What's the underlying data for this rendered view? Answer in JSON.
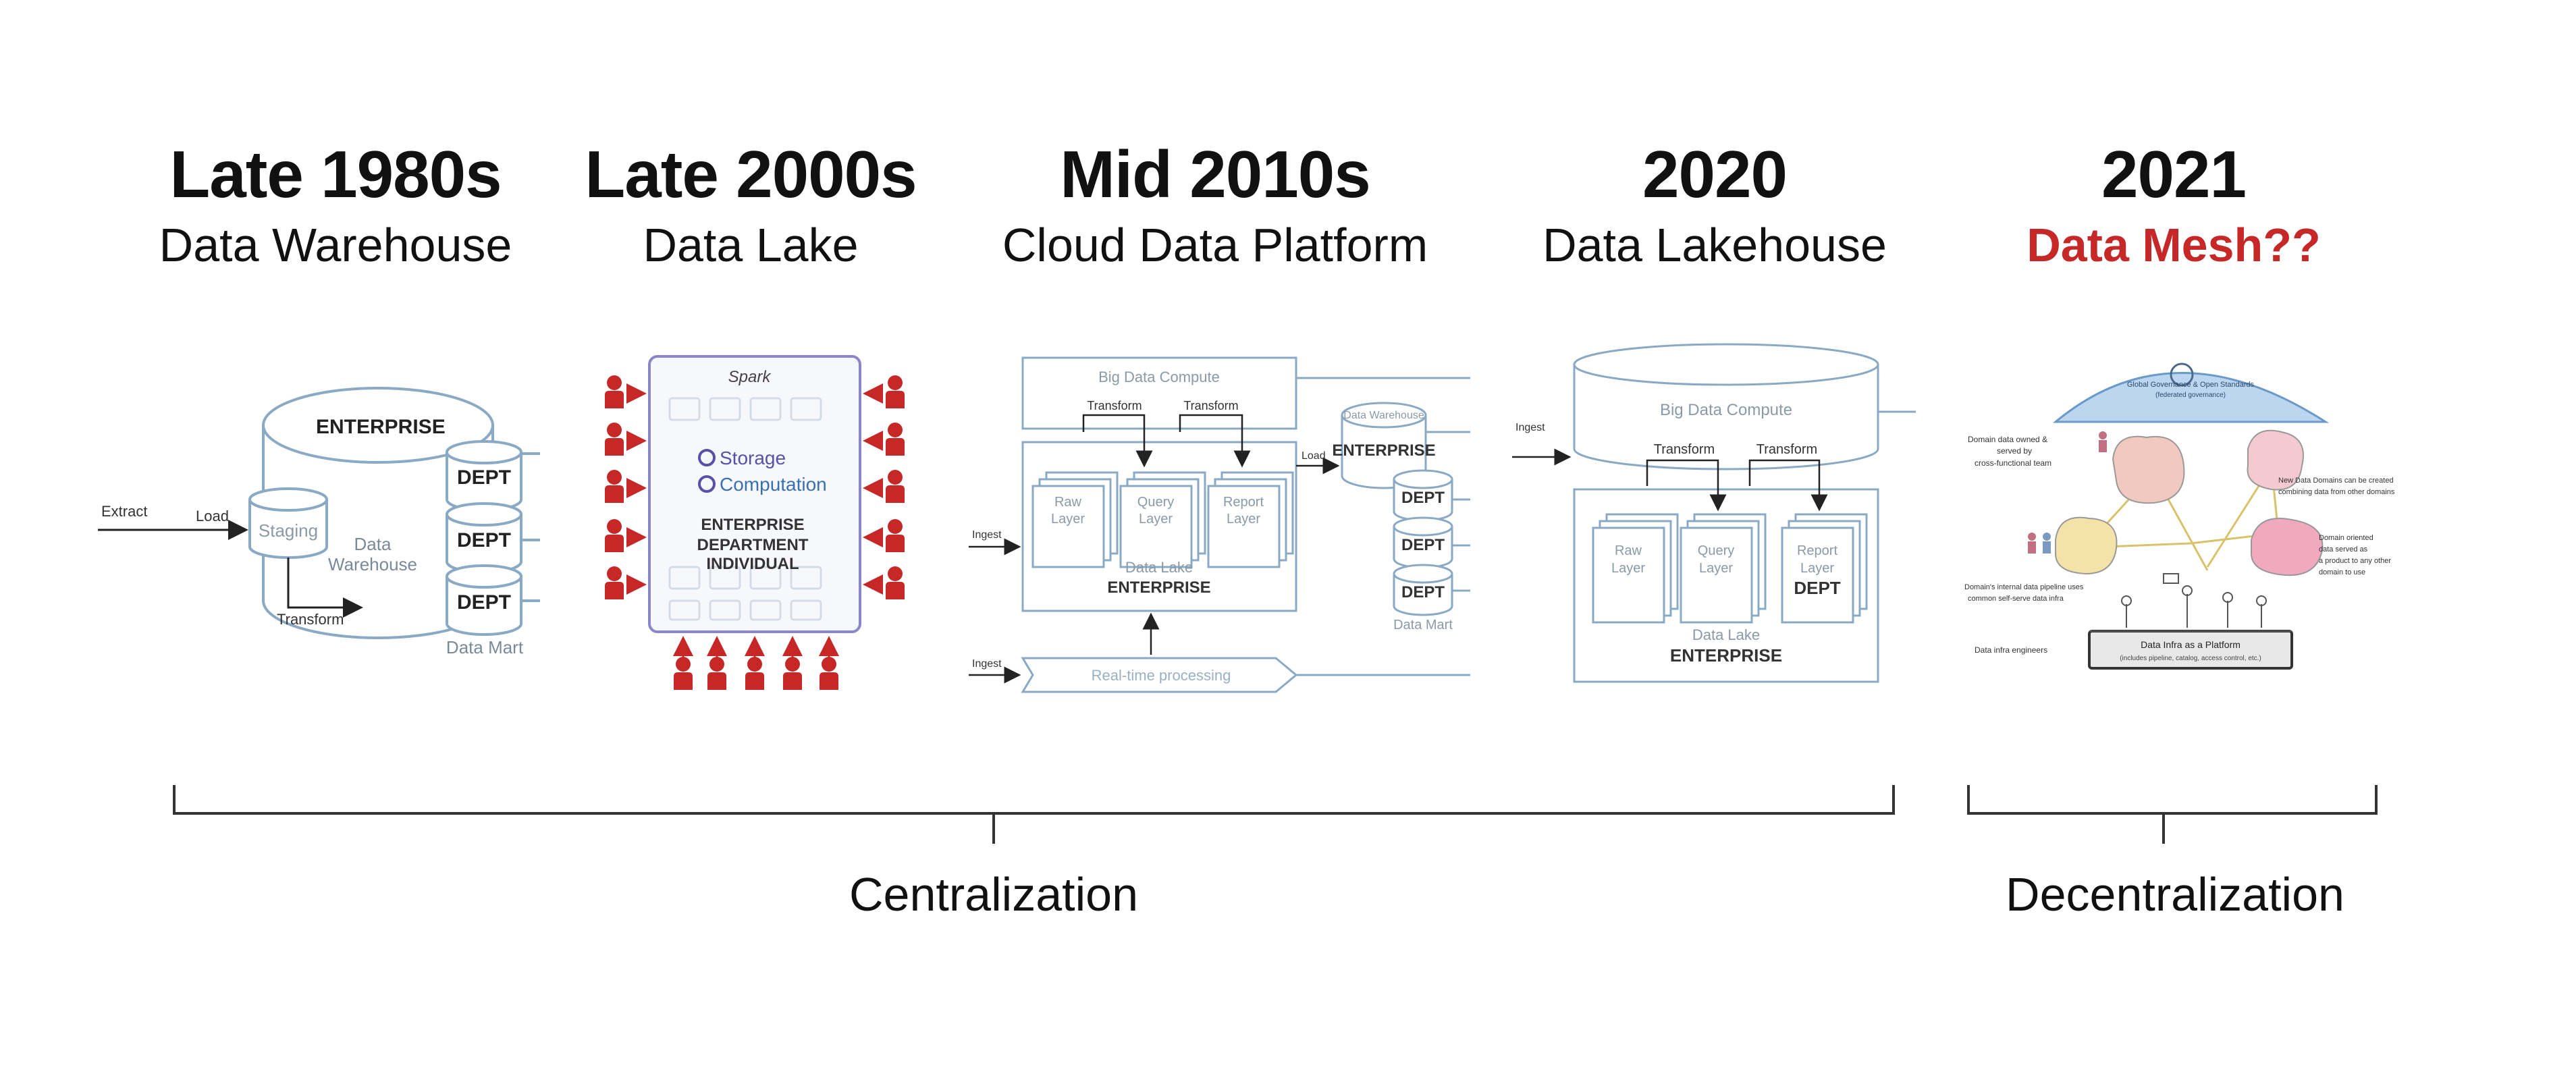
{
  "eras": [
    {
      "year": "Late 1980s",
      "name": "Data Warehouse"
    },
    {
      "year": "Late 2000s",
      "name": "Data Lake"
    },
    {
      "year": "Mid 2010s",
      "name": "Cloud Data Platform"
    },
    {
      "year": "2020",
      "name": "Data Lakehouse"
    },
    {
      "year": "2021",
      "name": "Data Mesh??"
    }
  ],
  "warehouse": {
    "enterprise": "ENTERPRISE",
    "dept": "DEPT",
    "staging": "Staging",
    "data_warehouse_1": "Data",
    "data_warehouse_2": "Warehouse",
    "data_mart": "Data Mart",
    "extract": "Extract",
    "load": "Load",
    "transform": "Transform"
  },
  "lake": {
    "spark": "Spark",
    "storage": "Storage",
    "computation": "Computation",
    "enterprise": "ENTERPRISE",
    "department": "DEPARTMENT",
    "individual": "INDIVIDUAL"
  },
  "cloud": {
    "big_data_compute": "Big Data Compute",
    "transform": "Transform",
    "raw_layer_1": "Raw",
    "raw_layer_2": "Layer",
    "query_layer_1": "Query",
    "query_layer_2": "Layer",
    "report_layer_1": "Report",
    "report_layer_2": "Layer",
    "data_lake": "Data Lake",
    "enterprise": "ENTERPRISE",
    "ingest": "Ingest",
    "realtime": "Real-time processing",
    "load": "Load",
    "data_warehouse": "Data Warehouse",
    "dept": "DEPT",
    "data_mart": "Data Mart"
  },
  "lakehouse": {
    "big_data_compute": "Big Data Compute",
    "transform": "Transform",
    "ingest": "Ingest",
    "raw_layer_1": "Raw",
    "raw_layer_2": "Layer",
    "query_layer_1": "Query",
    "query_layer_2": "Layer",
    "report_layer_1": "Report",
    "report_layer_2": "Layer",
    "dept": "DEPT",
    "data_lake": "Data Lake",
    "enterprise": "ENTERPRISE"
  },
  "mesh": {
    "governance_1": "Global Governance & Open Standards",
    "governance_2": "(federated governance)",
    "note_owner_1": "Domain data owned &",
    "note_owner_2": "served by",
    "note_owner_3": "cross-functional team",
    "note_new_1": "New Data Domains can be created",
    "note_new_2": "combining data from other domains",
    "note_product_1": "Domain oriented",
    "note_product_2": "data served as",
    "note_product_3": "a product to any other",
    "note_product_4": "domain to use",
    "note_pipeline_1": "Domain's internal data pipeline uses",
    "note_pipeline_2": "common self-serve data infra",
    "note_infra_eng": "Data infra engineers",
    "platform_1": "Data Infra as a Platform",
    "platform_2": "(includes pipeline, catalog, access control, etc.)"
  },
  "eras_grouping": {
    "centralization": "Centralization",
    "decentralization": "Decentralization"
  },
  "colors": {
    "line": "#8aa9c4",
    "red": "#c62828",
    "purple": "#5b4fa8",
    "mesh_title": "#c62828"
  }
}
